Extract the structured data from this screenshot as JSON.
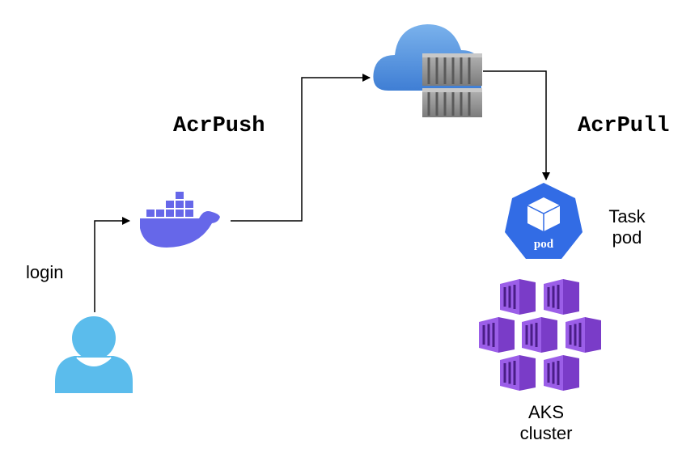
{
  "labels": {
    "login": "login",
    "acr_push": "AcrPush",
    "acr_pull": "AcrPull",
    "task_pod_line1": "Task",
    "task_pod_line2": "pod",
    "aks_line1": "AKS",
    "aks_line2": "cluster",
    "pod_badge": "pod"
  },
  "colors": {
    "user": "#5bbcec",
    "docker": "#6667e9",
    "registry_cloud_light": "#6fa8e6",
    "registry_cloud_dark": "#3f7ed4",
    "container_gray": "#9a9a9a",
    "kubernetes_blue": "#326ce5",
    "aks_purple": "#7a3cc8",
    "arrow": "#000000"
  },
  "icons": [
    "user-icon",
    "docker-icon",
    "container-registry-icon",
    "kubernetes-pod-icon",
    "aks-cluster-icon"
  ]
}
